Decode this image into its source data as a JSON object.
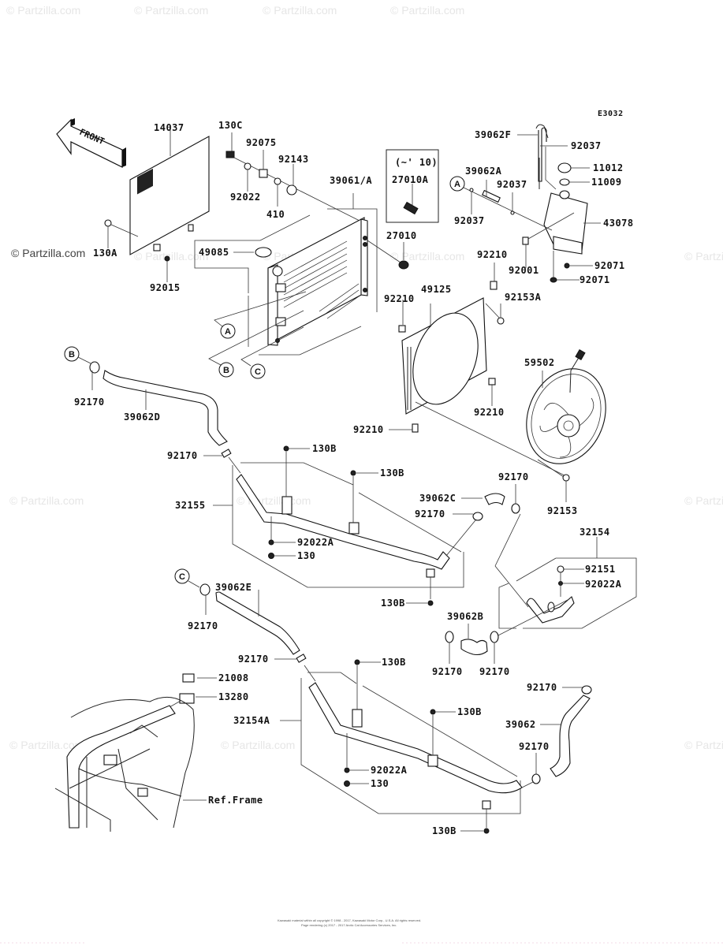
{
  "watermark": "© Partzilla.com",
  "diagram_code": "E3032",
  "front_arrow_label": "FRONT",
  "variant_box_label": "(~' 10)",
  "ref_frame_label": "Ref.Frame",
  "footer": {
    "line1": "Kawasaki material within all copyright © 1998 - 2017, Kawasaki Motor Corp., U.S.A. All rights reserved.",
    "line2": "Page rendering (c) 2017 - 2017 Arctic Cat Accessories Services, Inc."
  },
  "callouts": {
    "A": "A",
    "B": "B",
    "C": "C"
  },
  "parts": {
    "p14037": "14037",
    "p130C": "130C",
    "p92075": "92075",
    "p92143": "92143",
    "p92022": "92022",
    "p410": "410",
    "p39061A": "39061/A",
    "p130A": "130A",
    "p92015": "92015",
    "p49085": "49085",
    "p27010A": "27010A",
    "p27010": "27010",
    "p39062F": "39062F",
    "p92037a": "92037",
    "p11012": "11012",
    "p11009": "11009",
    "p39062A": "39062A",
    "p92037b": "92037",
    "p92037c": "92037",
    "p43078": "43078",
    "p92210a": "92210",
    "p92001": "92001",
    "p92071a": "92071",
    "p92071b": "92071",
    "p49125": "49125",
    "p92210b": "92210",
    "p92153A": "92153A",
    "p59502": "59502",
    "p92210c": "92210",
    "p92210d": "92210",
    "p92170a": "92170",
    "p39062D": "39062D",
    "p92170b": "92170",
    "p130Ba": "130B",
    "p130Bb": "130B",
    "p32155": "32155",
    "p92022Aa": "92022A",
    "p130a": "130",
    "p130Bc": "130B",
    "p92170c": "92170",
    "p92153": "92153",
    "p39062C": "39062C",
    "p92170d": "92170",
    "p32154": "32154",
    "p92151": "92151",
    "p92022Ab": "92022A",
    "p39062E": "39062E",
    "p92170e": "92170",
    "p39062B": "39062B",
    "p92170f": "92170",
    "p92170g": "92170",
    "p92170h": "92170",
    "p21008": "21008",
    "p13280": "13280",
    "p130Bd": "130B",
    "p32154A": "32154A",
    "p130Be": "130B",
    "p92022Ac": "92022A",
    "p130b": "130",
    "p130Bf": "130B",
    "p92170i": "92170",
    "p39062": "39062",
    "p92170j": "92170"
  }
}
